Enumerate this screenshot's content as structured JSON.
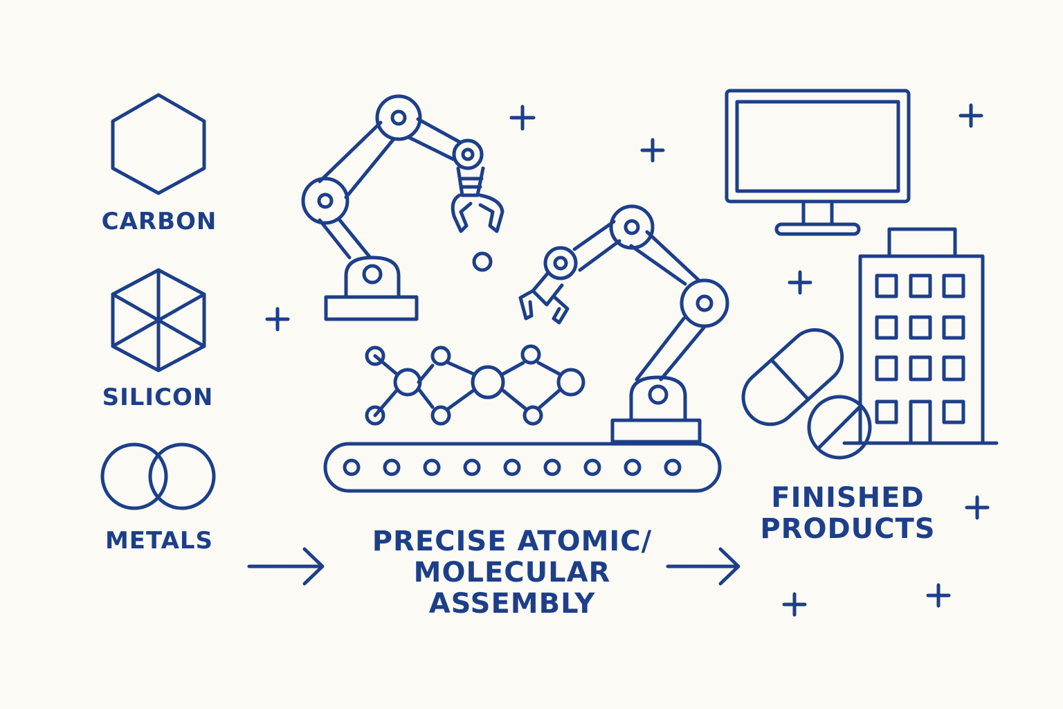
{
  "inputs": {
    "carbon": "CARBON",
    "silicon": "SILICON",
    "metals": "METALS"
  },
  "process": {
    "line1": "PRECISE ATOMIC/",
    "line2": "MOLECULAR",
    "line3": "ASSEMBLY"
  },
  "output": {
    "line1": "FINISHED",
    "line2": "PRODUCTS"
  },
  "colors": {
    "ink": "#1d3f8a",
    "background": "#fbfaf4"
  },
  "icons": [
    "hexagon-icon",
    "hexagon-lattice-icon",
    "overlapping-circles-icon",
    "robot-arm-icon",
    "molecule-icon",
    "conveyor-belt-icon",
    "monitor-icon",
    "building-icon",
    "pill-capsule-icon",
    "pill-tablet-icon",
    "sparkle-plus-icon",
    "arrow-right-icon"
  ]
}
